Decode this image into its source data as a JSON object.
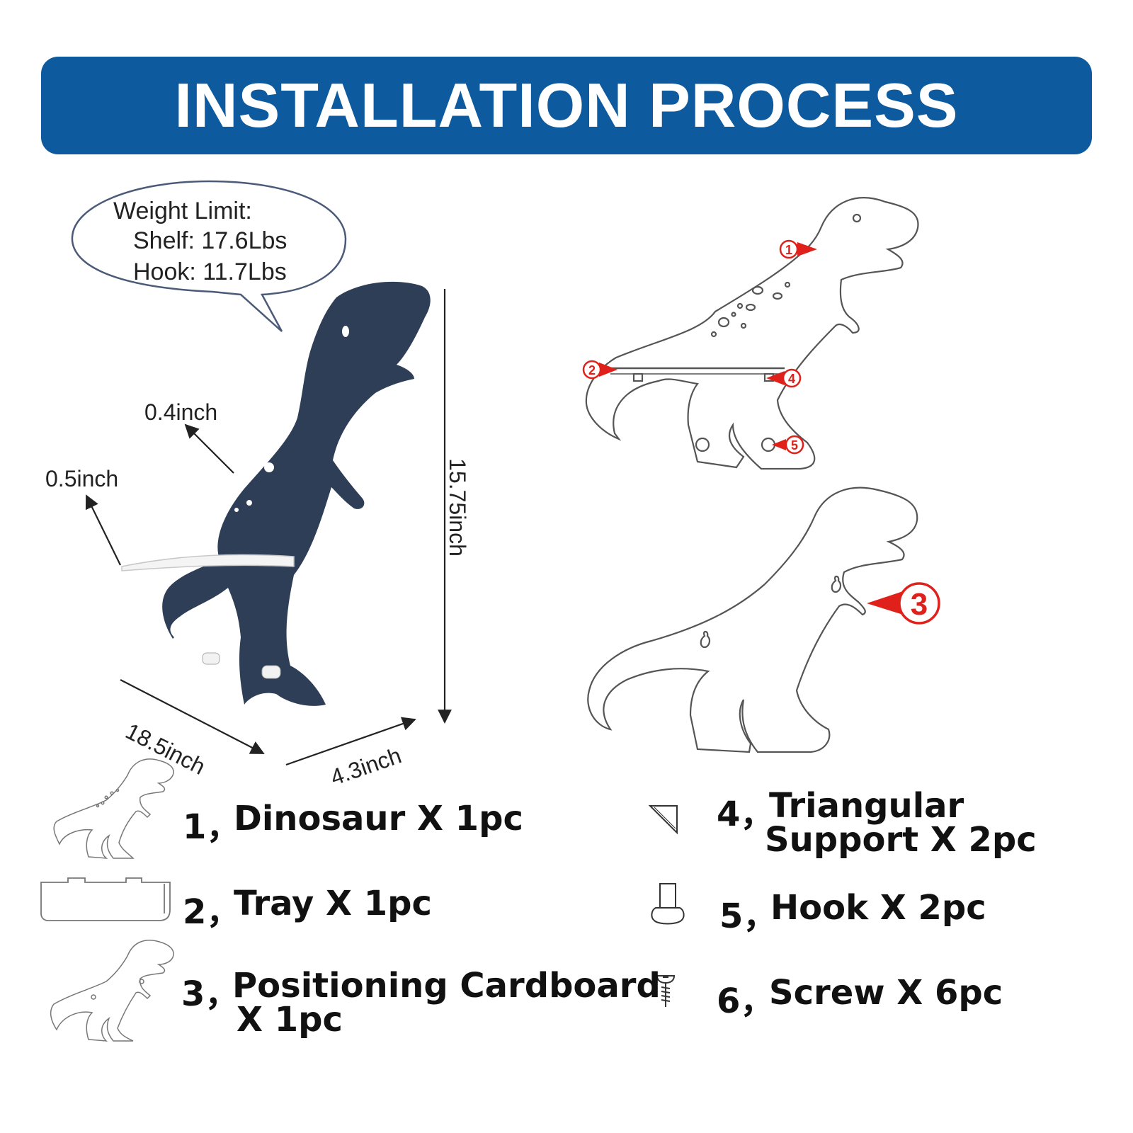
{
  "header": {
    "title": "INSTALLATION PROCESS"
  },
  "bubble": {
    "line1": "Weight Limit:",
    "line2": "Shelf: 17.6Lbs",
    "line3": "Hook: 11.7Lbs"
  },
  "dimensions": {
    "thickness_body": "0.4inch",
    "thickness_tray": "0.5inch",
    "height": "15.75inch",
    "width": "18.5inch",
    "depth": "4.3inch"
  },
  "diagram_markers": [
    "1",
    "2",
    "3",
    "4",
    "5"
  ],
  "parts": [
    {
      "num": "1，",
      "label": "Dinosaur X 1pc",
      "icon": "dinosaur-icon"
    },
    {
      "num": "2，",
      "label": "Tray X 1pc",
      "icon": "tray-icon"
    },
    {
      "num": "3，",
      "label": "Positioning Cardboard",
      "label2": "X 1pc",
      "icon": "cardboard-icon"
    },
    {
      "num": "4，",
      "label": "Triangular",
      "label2": "Support X 2pc",
      "icon": "triangle-support-icon"
    },
    {
      "num": "5，",
      "label": "Hook X 2pc",
      "icon": "hook-icon"
    },
    {
      "num": "6，",
      "label": "Screw X 6pc",
      "icon": "screw-icon"
    }
  ],
  "colors": {
    "banner": "#0d5a9e",
    "dino": "#2e3e56",
    "marker": "#e0211b"
  }
}
